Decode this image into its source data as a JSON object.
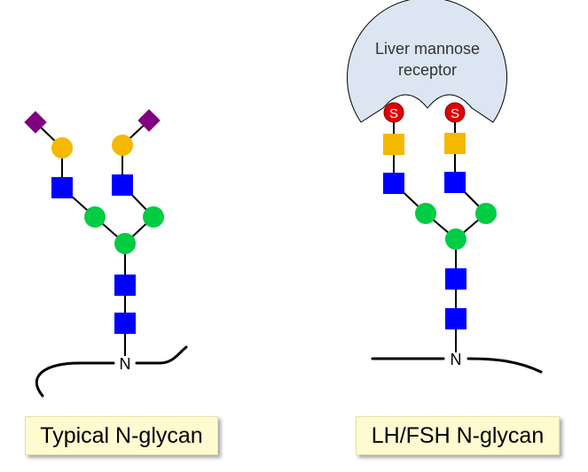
{
  "typical_glycan": {
    "caption": "Typical N-glycan",
    "anchor_label": "N"
  },
  "lhfsh_glycan": {
    "caption": "LH/FSH N-glycan",
    "anchor_label": "N",
    "sulfate_label": "S"
  },
  "receptor": {
    "label_line1": "Liver mannose",
    "label_line2": "receptor"
  },
  "colors": {
    "galnac_glcnac_blue": "#0000ff",
    "mannose_green": "#00cc44",
    "galactose_yellow": "#f5b800",
    "galnac_yellow": "#f5b800",
    "sialic_acid_purple": "#800080",
    "sulfate_red": "#e00000",
    "receptor_fill": "#dce6f2"
  },
  "icons": {
    "glcnac": "blue-square",
    "mannose": "green-circle",
    "galactose": "yellow-circle",
    "galnac": "yellow-square",
    "sialic_acid": "purple-diamond",
    "sulfate": "red-circle-s"
  }
}
